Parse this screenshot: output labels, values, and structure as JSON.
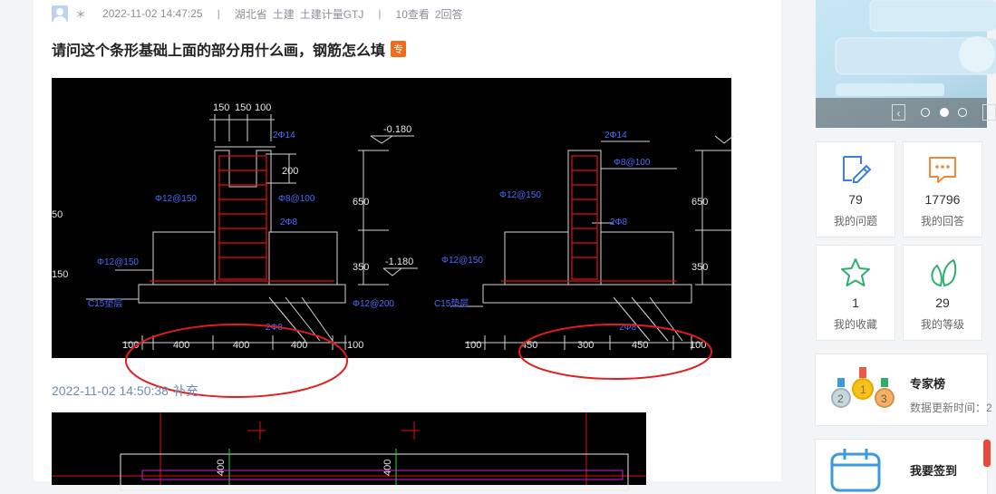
{
  "question": {
    "user": "＊",
    "time": "2022-11-02 14:47:25",
    "sep": "|",
    "region": "湖北省",
    "category": "土建",
    "software": "土建计量GTJ",
    "views": "10查看",
    "answers": "2回答",
    "title": "请问这个条形基础上面的部分用什么画，钢筋怎么填",
    "badge": "专"
  },
  "drawing": {
    "labels": {
      "d150a": "150",
      "d150b": "150",
      "d100": "100",
      "phi14a": "2Φ14",
      "phi14b": "2Φ14",
      "dim200": "200",
      "dim650a": "650",
      "dim650b": "650",
      "dim350a": "350",
      "dim350b": "350",
      "lvl180": "-0.180",
      "lvl1180": "-1.180",
      "phi12at150a": "Φ12@150",
      "phi12at150b": "Φ12@150",
      "phi8at100a": "Φ8@100",
      "phi8at100b": "Φ8@100",
      "phi8a": "2Φ8",
      "phi8b": "2Φ8",
      "phi12at150c": "Φ12@150",
      "phi12at150d": "Φ12@150",
      "phi12at200": "Φ12@200",
      "c15a": "C15垫层",
      "c15b": "C15垫层",
      "phi8c": "2Φ8",
      "phi8d": "2Φ8",
      "left50": "50",
      "left150": "150",
      "b100a": "100",
      "b400a": "400",
      "b400b": "400",
      "b400c": "400",
      "b100b": "100",
      "b100c": "100",
      "b450a": "450",
      "b300": "300",
      "b450b": "450",
      "b100d": "100",
      "top400a": "400",
      "top400b": "400"
    }
  },
  "supplement": {
    "time": "2022-11-02 14:50:38",
    "label": "补充"
  },
  "sidebar": {
    "stats": [
      {
        "value": "79",
        "label": "我的问题",
        "icon": "edit-icon"
      },
      {
        "value": "17796",
        "label": "我的回答",
        "icon": "chat-icon"
      },
      {
        "value": "1",
        "label": "我的收藏",
        "icon": "star-icon"
      },
      {
        "value": "29",
        "label": "我的等级",
        "icon": "leaf-icon"
      }
    ],
    "expert": {
      "title": "专家榜",
      "subtitle": "数据更新时间：2"
    },
    "signin": {
      "title": "我要签到"
    }
  },
  "colors": {
    "badge": "#f26b1d",
    "accent_blue": "#3a7fe0",
    "accent_orange": "#f0883a",
    "accent_green": "#2eae6a",
    "annotation_red": "#e41c1c"
  }
}
